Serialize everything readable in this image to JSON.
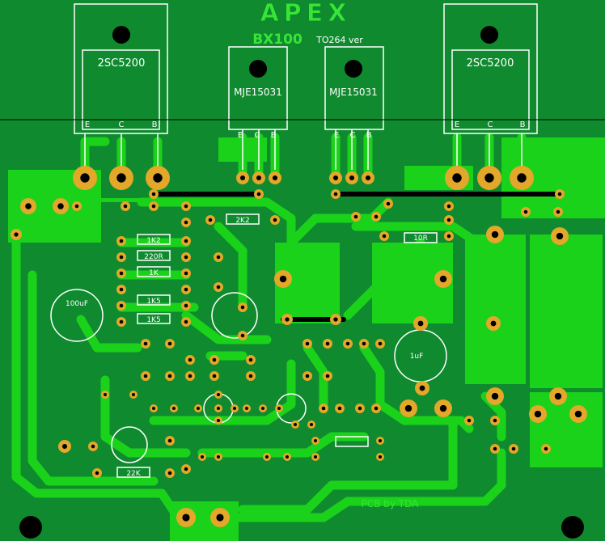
{
  "board": {
    "logo": "APEX",
    "model": "BX100",
    "variant": "TO264 ver",
    "credit": "PCB by TDA"
  },
  "colors": {
    "substrate": "#0f8a2e",
    "copper": "#1ad21a",
    "pad": "#e3a72a",
    "silk": "#ffffff",
    "jumper": "#000000",
    "logo": "#37e537"
  },
  "transistors": [
    {
      "part": "2SC5200",
      "pins": [
        "E",
        "C",
        "B"
      ]
    },
    {
      "part": "MJE15031",
      "pins": [
        "E",
        "C",
        "B"
      ]
    },
    {
      "part": "MJE15031",
      "pins": [
        "E",
        "C",
        "B"
      ]
    },
    {
      "part": "2SC5200",
      "pins": [
        "E",
        "C",
        "B"
      ]
    }
  ],
  "labels": [
    "1K2",
    "2K2",
    "220R",
    "1K",
    "1K5",
    "1K5",
    "22K",
    "1uF",
    "100uF",
    "10R"
  ]
}
